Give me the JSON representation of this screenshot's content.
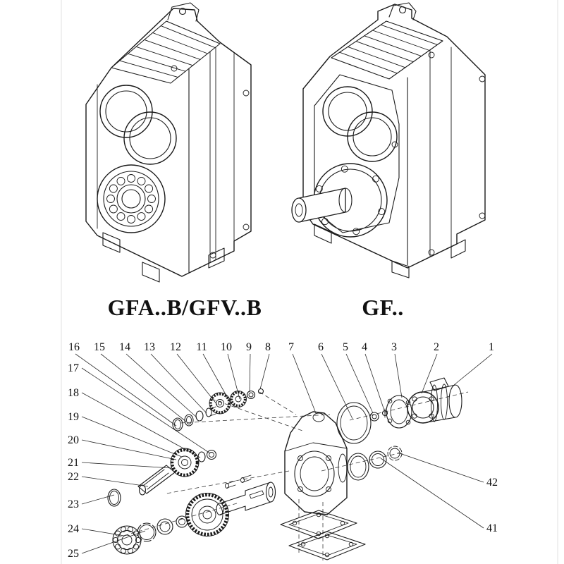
{
  "models": {
    "left": "GFA..B/GFV..B",
    "right": "GF.."
  },
  "exploded": {
    "top": [
      "16",
      "15",
      "14",
      "13",
      "12",
      "11",
      "10",
      "9",
      "8",
      "7",
      "6",
      "5",
      "4",
      "3",
      "2",
      "1"
    ],
    "left": [
      "17",
      "18",
      "19",
      "20",
      "21",
      "22",
      "23",
      "24",
      "25"
    ],
    "right": [
      "42",
      "41"
    ]
  },
  "colors": {
    "ink": "#1a1a1a",
    "background": "#ffffff"
  }
}
